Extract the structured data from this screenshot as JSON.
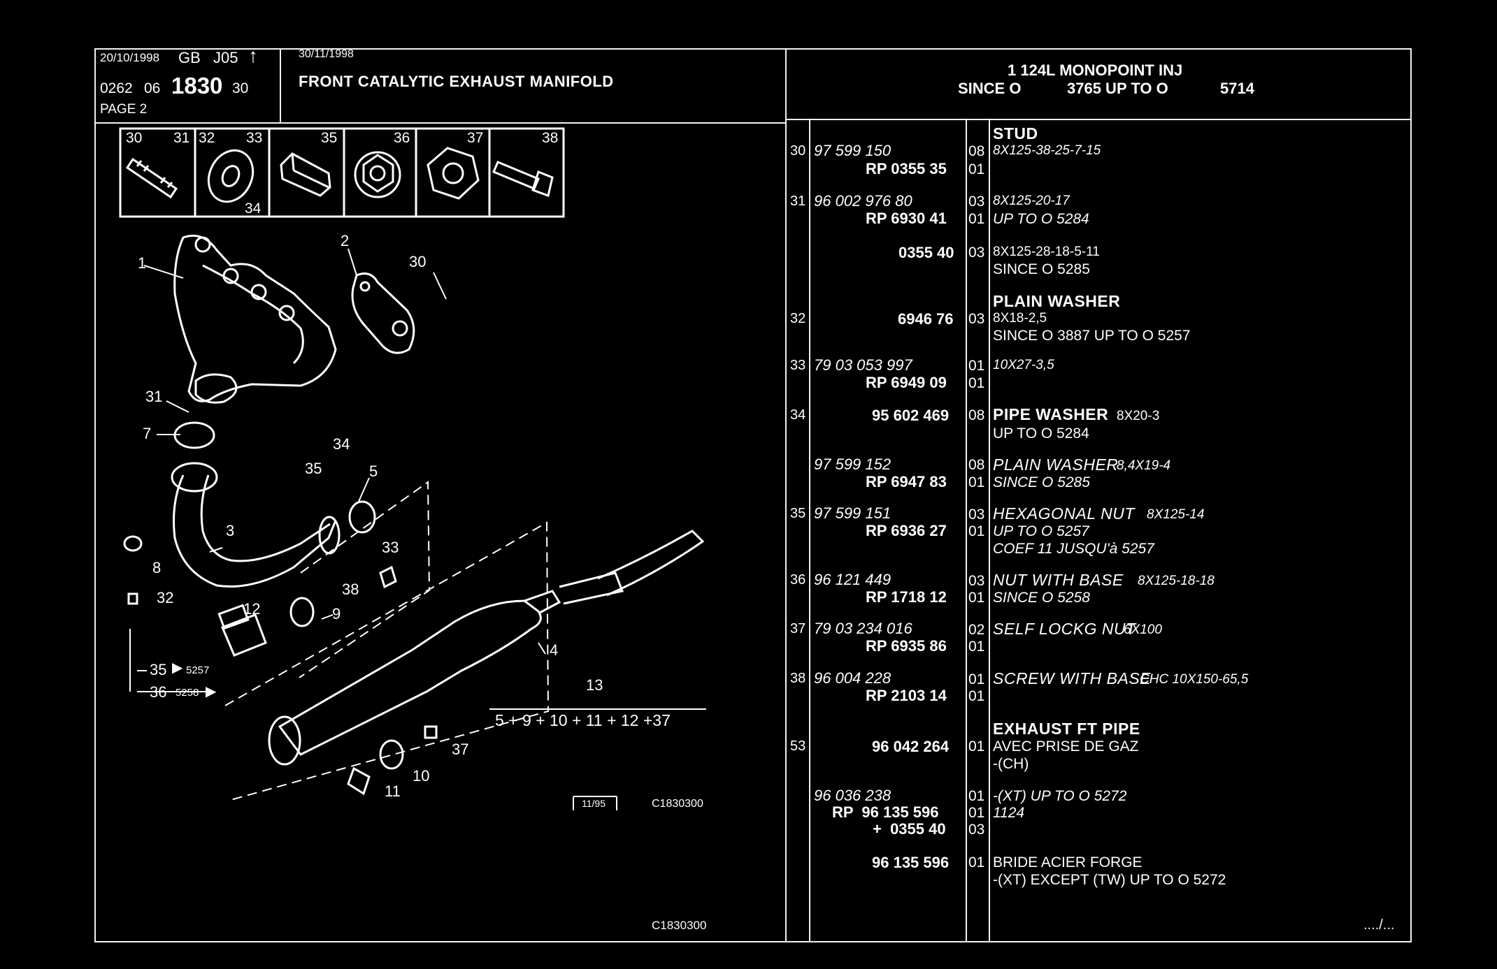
{
  "header": {
    "left_date": "20/10/1998",
    "lang": "GB",
    "code": "J05",
    "arrow": "↑",
    "ref_prefix": "0262",
    "ref_06": "06",
    "ref_main": "1830",
    "ref_suffix": "30",
    "page": "PAGE 2",
    "mid_date": "30/11/1998",
    "title": "FRONT CATALYTIC EXHAUST MANIFOLD",
    "engine_line1": "1 124L MONOPOINT INJ",
    "engine_line2_a": "SINCE O",
    "engine_line2_b": "3765 UP TO O",
    "engine_line2_c": "5714"
  },
  "parts_strip": [
    "30",
    "31",
    "32",
    "33",
    "34",
    "35",
    "36",
    "37",
    "38"
  ],
  "diagram_labels": {
    "n1": "1",
    "n2": "2",
    "n3": "3",
    "n4": "4",
    "n5": "5",
    "n7": "7",
    "n8": "8",
    "n9": "9",
    "n10": "10",
    "n11": "11",
    "n12": "12",
    "n13": "13",
    "n30": "30",
    "n31": "31",
    "n32": "32",
    "n33": "33",
    "n34": "34",
    "n35": "35",
    "n37": "37",
    "n38": "38",
    "l35": "35",
    "l35v": "5257",
    "l36": "36",
    "l36v": "5258",
    "kit": "5 + 9 + 10 + 11 + 12 +37",
    "stamp": "11/95",
    "code_small": "C1830300",
    "code_bottom": "C1830300"
  },
  "table": {
    "continue": "..../...",
    "rows": [
      {
        "num": "",
        "ref1": "",
        "ref2": "",
        "q1": "",
        "q2": "",
        "title": "STUD",
        "d1": "",
        "d2": ""
      },
      {
        "num": "30",
        "ref1": "97 599 150",
        "ref2": "RP 0355 35",
        "q1": "08",
        "q2": "01",
        "title": "",
        "d1": "8X125-38-25-7-15",
        "d2": ""
      },
      {
        "num": "31",
        "ref1": "96 002 976 80",
        "ref2": "RP 6930 41",
        "q1": "03",
        "q2": "01",
        "title": "",
        "d1": "8X125-20-17",
        "d2": "UP TO O 5284"
      },
      {
        "num": "",
        "ref1": "",
        "ref2": "0355 40",
        "q1": "03",
        "q2": "",
        "title": "",
        "d1": "8X125-28-18-5-11",
        "d2": "SINCE O 5285"
      },
      {
        "num": "32",
        "ref1": "",
        "ref2": "6946 76",
        "q1": "03",
        "q2": "",
        "title": "PLAIN WASHER",
        "d1": "8X18-2,5",
        "d2": "SINCE O 3887 UP TO O 5257"
      },
      {
        "num": "33",
        "ref1": "79 03 053 997",
        "ref2": "RP 6949 09",
        "q1": "01",
        "q2": "01",
        "title": "",
        "d1": "10X27-3,5",
        "d2": ""
      },
      {
        "num": "34",
        "ref1": "",
        "ref2": "95 602 469",
        "q1": "08",
        "q2": "",
        "title": "PIPE WASHER",
        "title_tail": "8X20-3",
        "d1": "UP TO O 5284",
        "d2": ""
      },
      {
        "num": "",
        "ref1": "97 599 152",
        "ref2": "RP 6947 83",
        "q1": "08",
        "q2": "01",
        "title": "PLAIN WASHER",
        "title_tail": "8,4X19-4",
        "d1": "SINCE O 5285",
        "d2": ""
      },
      {
        "num": "35",
        "ref1": "97 599 151",
        "ref2": "RP 6936 27",
        "q1": "03",
        "q2": "01",
        "title": "HEXAGONAL NUT",
        "title_tail": "8X125-14",
        "d1": "UP TO O 5257",
        "d2": "COEF 11 JUSQU'à 5257"
      },
      {
        "num": "36",
        "ref1": "96 121 449",
        "ref2": "RP 1718 12",
        "q1": "03",
        "q2": "01",
        "title": "NUT WITH BASE",
        "title_tail": "8X125-18-18",
        "d1": "SINCE O 5258",
        "d2": ""
      },
      {
        "num": "37",
        "ref1": "79 03 234 016",
        "ref2": "RP 6935 86",
        "q1": "02",
        "q2": "01",
        "title": "SELF LOCKG NUT",
        "title_tail": "6X100",
        "d1": "",
        "d2": ""
      },
      {
        "num": "38",
        "ref1": "96 004 228",
        "ref2": "RP 2103 14",
        "q1": "01",
        "q2": "01",
        "title": "SCREW WITH BASE",
        "title_tail": "CHC 10X150-65,5",
        "d1": "",
        "d2": ""
      },
      {
        "num": "53",
        "ref1": "",
        "ref2": "96 042 264",
        "q1": "01",
        "q2": "",
        "title": "EXHAUST FT PIPE",
        "d1": "AVEC PRISE DE GAZ",
        "d2": "-(CH)"
      },
      {
        "num": "",
        "ref1": "96 036 238",
        "ref2": "RP  96 135 596",
        "ref3": "+  0355 40",
        "q1": "01",
        "q2": "01",
        "q3": "03",
        "title": "",
        "d1": "-(XT) UP TO O 5272",
        "d2": "1124"
      },
      {
        "num": "",
        "ref1": "",
        "ref2": "96 135 596",
        "q1": "01",
        "q2": "",
        "title": "",
        "d1": "BRIDE ACIER FORGE",
        "d2": "-(XT) EXCEPT (TW) UP TO O 5272"
      }
    ]
  }
}
